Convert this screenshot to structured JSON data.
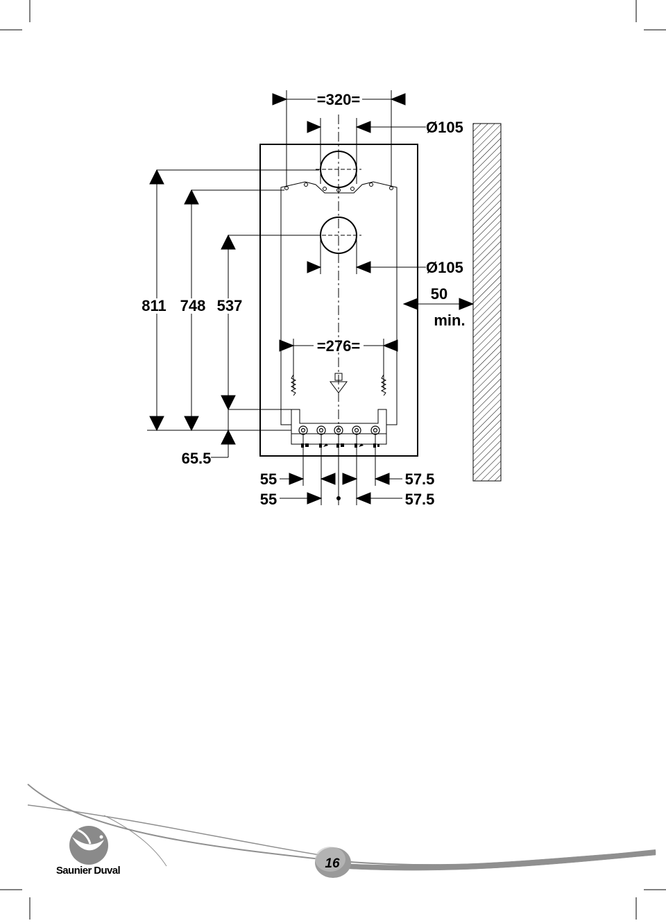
{
  "drawing": {
    "top_width": "=320=",
    "flue_top_diameter": "Ø105",
    "flue_rear_diameter": "Ø105",
    "clearance_value": "50",
    "clearance_unit": "min.",
    "height_811": "811",
    "height_748": "748",
    "height_537": "537",
    "bracket_width": "=276=",
    "bottom_offset": "65.5",
    "spacing_left_1": "55",
    "spacing_left_2": "55",
    "spacing_right_1": "57.5",
    "spacing_right_2": "57.5"
  },
  "footer": {
    "brand_name": "Saunier Duval",
    "page_number": "16"
  },
  "colors": {
    "ink": "#000000",
    "swoosh_gray": "#8f8f8f",
    "badge_fill": "#9a9a9a",
    "logo_gray": "#8a8a8a"
  }
}
